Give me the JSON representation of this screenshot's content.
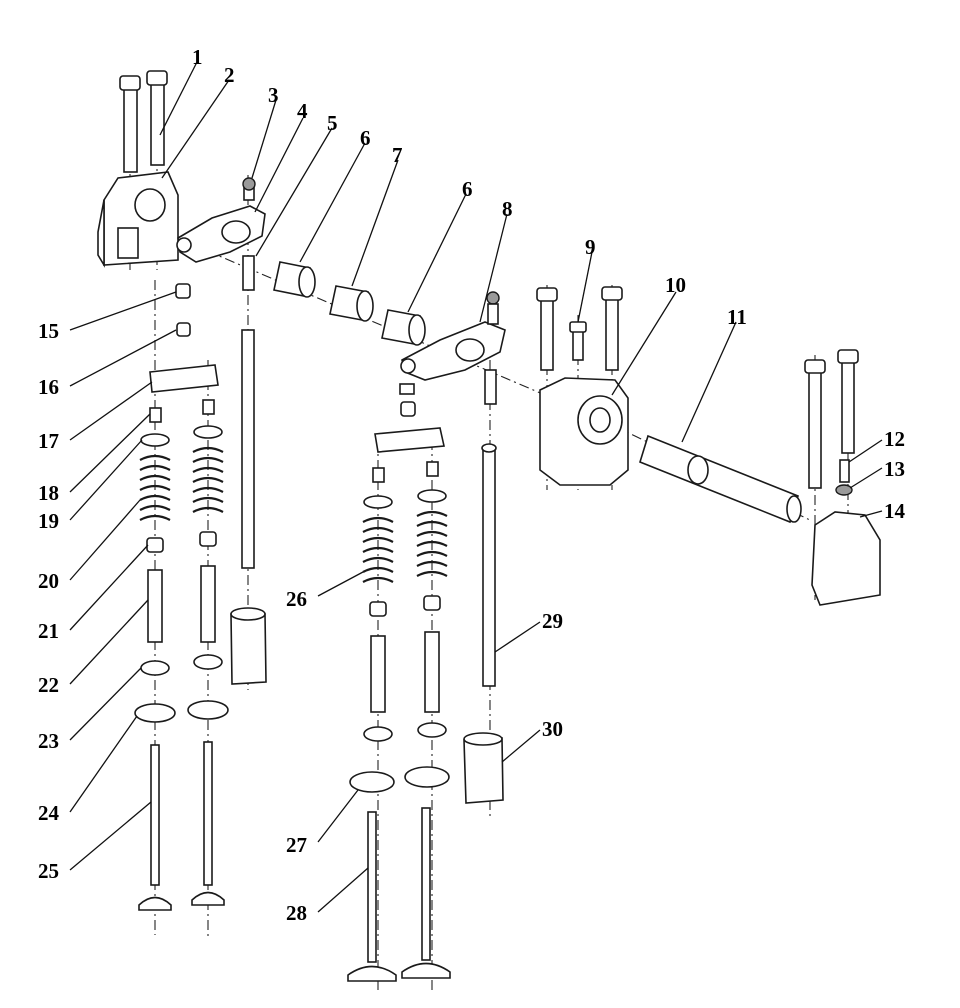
{
  "colors": {
    "line": "#1a1a1a",
    "background": "#ffffff",
    "shade": "#9a9a9a"
  },
  "callouts": [
    {
      "id": "c1",
      "label": "1"
    },
    {
      "id": "c2",
      "label": "2"
    },
    {
      "id": "c3",
      "label": "3"
    },
    {
      "id": "c4",
      "label": "4"
    },
    {
      "id": "c5",
      "label": "5"
    },
    {
      "id": "c6a",
      "label": "6"
    },
    {
      "id": "c7",
      "label": "7"
    },
    {
      "id": "c6b",
      "label": "6"
    },
    {
      "id": "c8",
      "label": "8"
    },
    {
      "id": "c9",
      "label": "9"
    },
    {
      "id": "c10",
      "label": "10"
    },
    {
      "id": "c11",
      "label": "11"
    },
    {
      "id": "c12",
      "label": "12"
    },
    {
      "id": "c13",
      "label": "13"
    },
    {
      "id": "c14",
      "label": "14"
    },
    {
      "id": "c15",
      "label": "15"
    },
    {
      "id": "c16",
      "label": "16"
    },
    {
      "id": "c17",
      "label": "17"
    },
    {
      "id": "c18",
      "label": "18"
    },
    {
      "id": "c19",
      "label": "19"
    },
    {
      "id": "c20",
      "label": "20"
    },
    {
      "id": "c21",
      "label": "21"
    },
    {
      "id": "c22",
      "label": "22"
    },
    {
      "id": "c23",
      "label": "23"
    },
    {
      "id": "c24",
      "label": "24"
    },
    {
      "id": "c25",
      "label": "25"
    },
    {
      "id": "c26",
      "label": "26"
    },
    {
      "id": "c27",
      "label": "27"
    },
    {
      "id": "c28",
      "label": "28"
    },
    {
      "id": "c29",
      "label": "29"
    },
    {
      "id": "c30",
      "label": "30"
    }
  ]
}
